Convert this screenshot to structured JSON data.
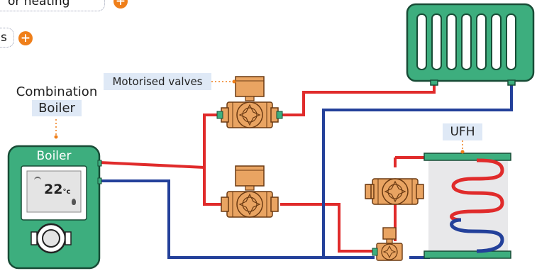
{
  "tags": [
    {
      "text": "or heating"
    },
    {
      "text": "s"
    }
  ],
  "labels": {
    "combination_line1": "Combination",
    "combination_line2": "Boiler",
    "motorised_valves": "Motorised valves",
    "ufh": "UFH",
    "boiler": "Boiler",
    "display_temp": "22",
    "display_unit": "°c"
  },
  "colors": {
    "flow_pipe": "#e02b2b",
    "return_pipe": "#23409a",
    "boiler_body": "#3dae7e",
    "valve_body": "#e9a462",
    "radiator_body": "#3dae7e",
    "accent": "#ef7f1a"
  },
  "icons": [
    "plus-icon",
    "radiator-icon",
    "motorised-valve-icon",
    "boiler-icon",
    "ufh-manifold-icon",
    "pressure-gauge-icon"
  ]
}
